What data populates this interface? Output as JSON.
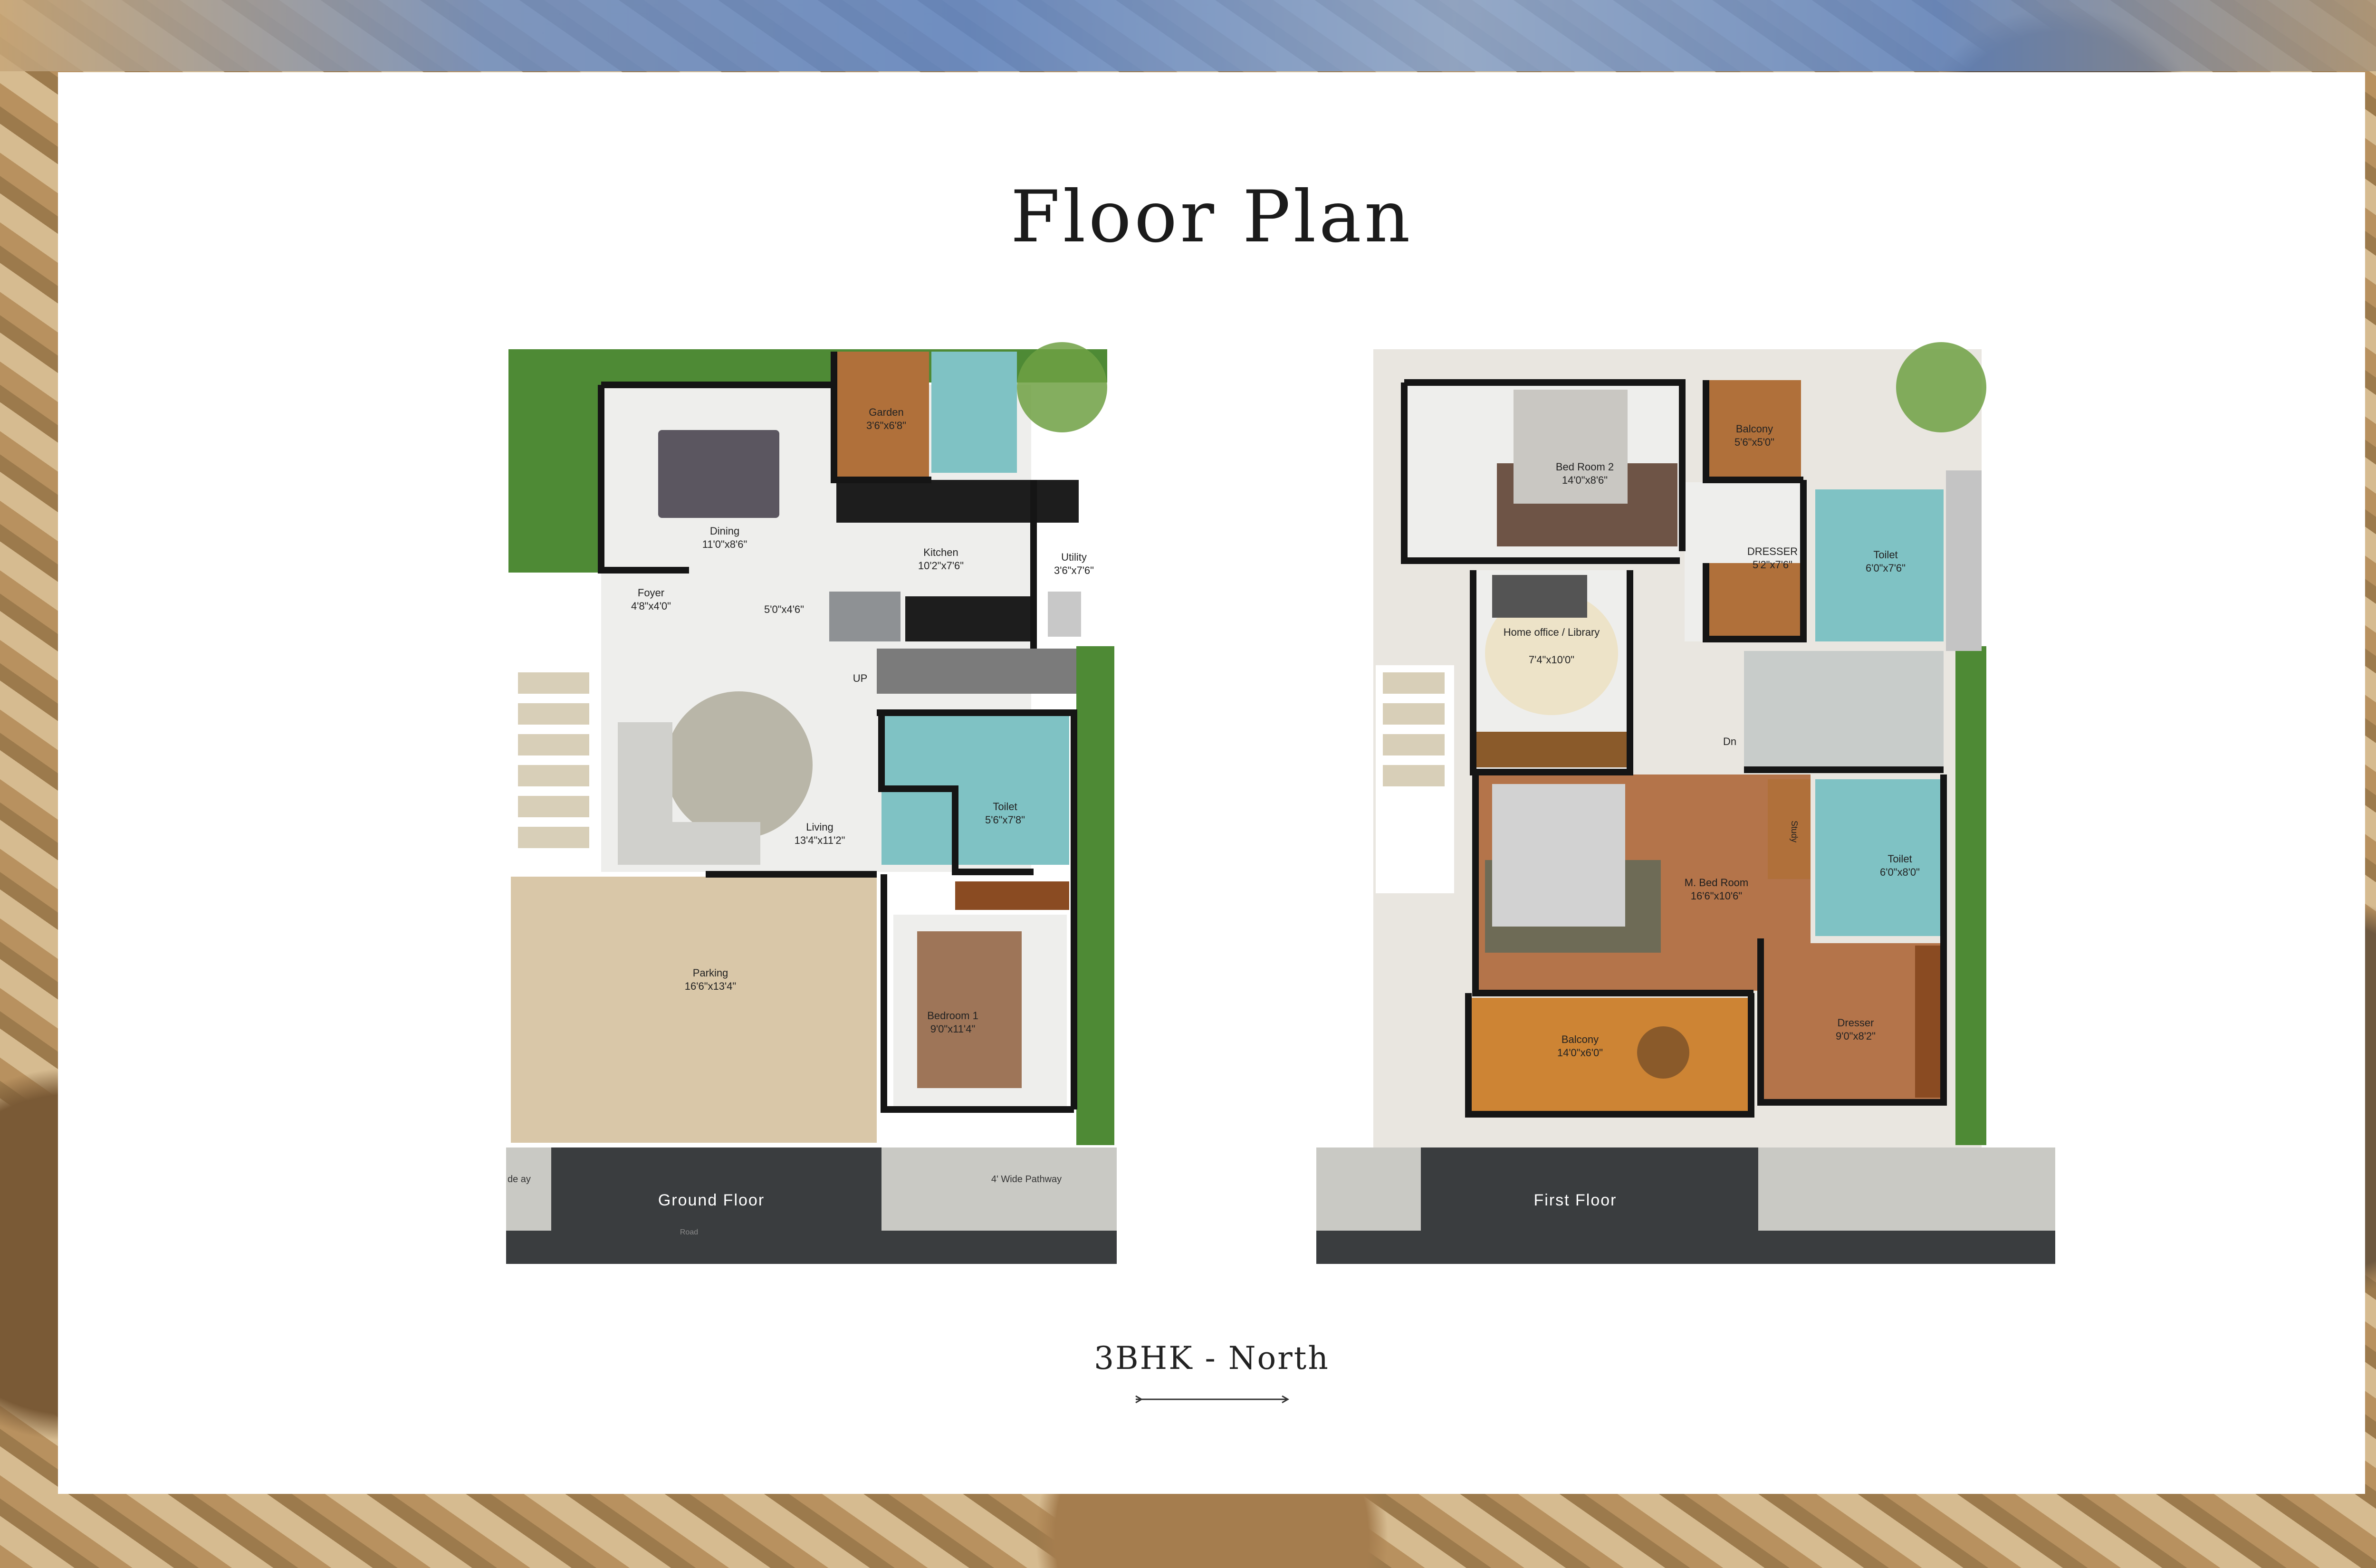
{
  "page": {
    "title": "Floor Plan",
    "subtitle": "3BHK - North"
  },
  "ground_floor": {
    "label": "Ground Floor",
    "road_label": "Road",
    "pathway_label": "4' Wide\nPathway",
    "pathway_left_fragment": "de\nay",
    "stair_label": "UP",
    "rooms": [
      {
        "name": "Dining",
        "size": "11'0\"x8'6\""
      },
      {
        "name": "Garden",
        "size": "3'6\"x6'8\""
      },
      {
        "name": "Kitchen",
        "size": "10'2\"x7'6\""
      },
      {
        "name": "Utility",
        "size": "3'6\"x7'6\""
      },
      {
        "name": "Foyer",
        "size": "4'8\"x4'0\""
      },
      {
        "name": "",
        "size": "5'0\"x4'6\""
      },
      {
        "name": "Living",
        "size": "13'4\"x11'2\""
      },
      {
        "name": "Toilet",
        "size": "5'6\"x7'8\""
      },
      {
        "name": "Parking",
        "size": "16'6\"x13'4\""
      },
      {
        "name": "Bedroom 1",
        "size": "9'0\"x11'4\""
      }
    ]
  },
  "first_floor": {
    "label": "First Floor",
    "stair_label": "Dn",
    "rooms": [
      {
        "name": "Bed Room 2",
        "size": "14'0\"x8'6\""
      },
      {
        "name": "Balcony",
        "size": "5'6\"x5'0\""
      },
      {
        "name": "DRESSER",
        "size": "5'2\"x7'6\""
      },
      {
        "name": "Toilet",
        "size": "6'0\"x7'6\""
      },
      {
        "name": "Home office / Library",
        "size": "7'4\"x10'0\""
      },
      {
        "name": "M. Bed Room",
        "size": "16'6\"x10'6\""
      },
      {
        "name": "Study",
        "size": ""
      },
      {
        "name": "Toilet",
        "size": "6'0\"x8'0\""
      },
      {
        "name": "Balcony",
        "size": "14'0\"x6'0\""
      },
      {
        "name": "Dresser",
        "size": "9'0\"x8'2\""
      }
    ]
  },
  "colors": {
    "wall": "#151515",
    "road": "#3a3a3a",
    "grass": "#4e8a35",
    "water": "#7fc2c4",
    "wood": "#b0703a",
    "marble": "#eeeeec",
    "paver": "#d9c7a8"
  }
}
